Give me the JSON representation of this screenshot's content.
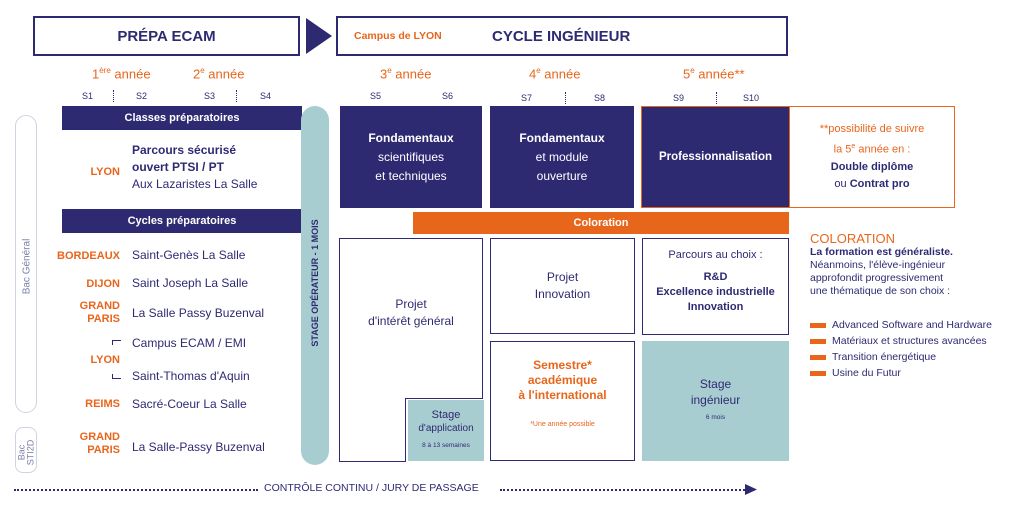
{
  "header": {
    "prepa_title": "PRÉPA ECAM",
    "cycle_campus": "Campus de LYON",
    "cycle_title": "CYCLE INGÉNIEUR"
  },
  "years": {
    "y1": "1ère année",
    "y2": "2e année",
    "y3": "3e année",
    "y4": "4e année",
    "y5": "5e année**"
  },
  "semesters": [
    "S1",
    "S2",
    "S3",
    "S4",
    "S5",
    "S6",
    "S7",
    "S8",
    "S9",
    "S10"
  ],
  "left": {
    "classes_title": "Classes préparatoires",
    "lyon_city": "LYON",
    "parcours_line1": "Parcours sécurisé",
    "parcours_line2": "ouvert PTSI / PT",
    "parcours_line3": "Aux Lazaristes La Salle",
    "cycles_title": "Cycles préparatoires",
    "bac_general": "Bac Général",
    "bac_sti2d_1": "Bac",
    "bac_sti2d_2": "STI2D",
    "rows": [
      {
        "city": "BORDEAUX",
        "school": "Saint-Genès La Salle"
      },
      {
        "city": "DIJON",
        "school": "Saint Joseph La Salle"
      },
      {
        "city": "GRAND PARIS",
        "school": "La Salle Passy Buzenval"
      },
      {
        "city": "",
        "school": "Campus ECAM / EMI"
      },
      {
        "city": "LYON",
        "school": ""
      },
      {
        "city": "",
        "school": "Saint-Thomas d'Aquin"
      },
      {
        "city": "REIMS",
        "school": "Sacré-Coeur La Salle"
      },
      {
        "city": "GRAND PARIS",
        "school": "La Salle-Passy Buzenval"
      }
    ]
  },
  "stage_operateur": "STAGE OPÉRATEUR - 1 MOIS",
  "cycle": {
    "fond1_title": "Fondamentaux",
    "fond1_l2": "scientifiques",
    "fond1_l3": "et techniques",
    "fond2_title": "Fondamentaux",
    "fond2_l2": "et module",
    "fond2_l3": "ouverture",
    "pro": "Professionnalisation",
    "note_l1": "**possibilité de suivre",
    "note_l2": "la 5e année en :",
    "note_l3": "Double diplôme",
    "note_l4_pre": "ou ",
    "note_l4": "Contrat pro",
    "coloration": "Coloration",
    "projet1_l1": "Projet",
    "projet1_l2": "d'intérêt général",
    "stage_app_l1": "Stage",
    "stage_app_l2": "d'application",
    "stage_app_l3": "8 à 13 semaines",
    "projet2_l1": "Projet",
    "projet2_l2": "Innovation",
    "parcours_choix": "Parcours au choix :",
    "choix_l1": "R&D",
    "choix_l2": "Excellence industrielle",
    "choix_l3": "Innovation",
    "semestre_l1": "Semestre*",
    "semestre_l2": "académique",
    "semestre_l3": "à l'international",
    "semestre_note": "*Une année possible",
    "stage_ing_l1": "Stage",
    "stage_ing_l2": "ingénieur",
    "stage_ing_l3": "6 mois"
  },
  "legend": {
    "title": "COLORATION",
    "desc_bold": "La formation est généraliste.",
    "desc_l2": "Néanmoins, l'élève-ingénieur",
    "desc_l3": "approfondit progressivement",
    "desc_l4": "une thématique de son choix :",
    "items": [
      "Advanced Software and Hardware",
      "Matériaux et structures avancées",
      "Transition énergétique",
      "Usine du Futur"
    ]
  },
  "footer": "CONTRÔLE CONTINU / JURY DE PASSAGE",
  "colors": {
    "navy": "#2e2a72",
    "orange": "#e8661c",
    "teal": "#a8cdd0"
  }
}
